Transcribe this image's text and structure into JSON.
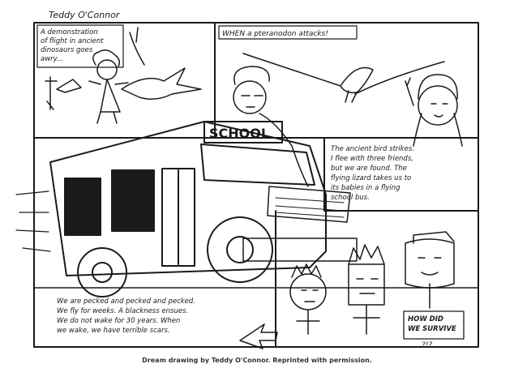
{
  "comic": {
    "signature": "Teddy O'Connor",
    "panel1_text": [
      "A demonstration",
      "of flight in ancient",
      "dinosaurs goes",
      "awry..."
    ],
    "panel2_text": "WHEN a pteranodon attacks!",
    "school_sign": "SCHOOL",
    "panel3_text": [
      "The ancient bird strikes.",
      "I flee with three friends,",
      "but we are found. The",
      "flying lizard takes us to",
      "its babies in a flying",
      "school bus."
    ],
    "panel4_text": [
      "We are pecked and pecked and pecked.",
      "We fly for weeks. A blackness ensues.",
      "We do not wake for 30 years. When",
      "we wake, we have terrible scars."
    ],
    "speech_text": [
      "HOW DID",
      "WE SURVIVE"
    ],
    "speech_marks": "?!?"
  },
  "caption": "Dream drawing by Teddy O'Connor. Reprinted with permission."
}
